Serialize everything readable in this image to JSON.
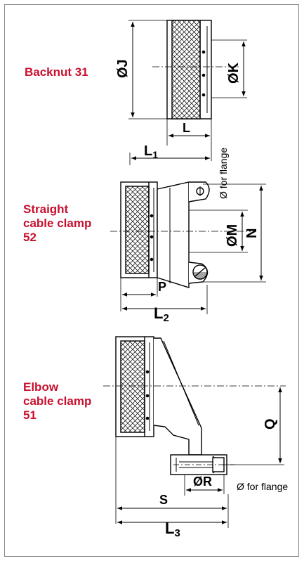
{
  "labels": {
    "backnut": "Backnut 31",
    "straight": [
      "Straight",
      "cable clamp",
      "52"
    ],
    "elbow": [
      "Elbow",
      "cable clamp",
      "51"
    ]
  },
  "dimensions": {
    "j": "ØJ",
    "k": "ØK",
    "l": "L",
    "l1_main": "L",
    "l1_sub": "1",
    "flange_note_1": "Ø for flange",
    "m": "ØM",
    "n": "N",
    "p": "P",
    "l2_main": "L",
    "l2_sub": "2",
    "q": "Q",
    "r": "ØR",
    "s": "S",
    "flange_note_2": "Ø for flange",
    "l3_main": "L",
    "l3_sub": "3"
  },
  "colors": {
    "label": "#c8102e",
    "line": "#000000"
  }
}
